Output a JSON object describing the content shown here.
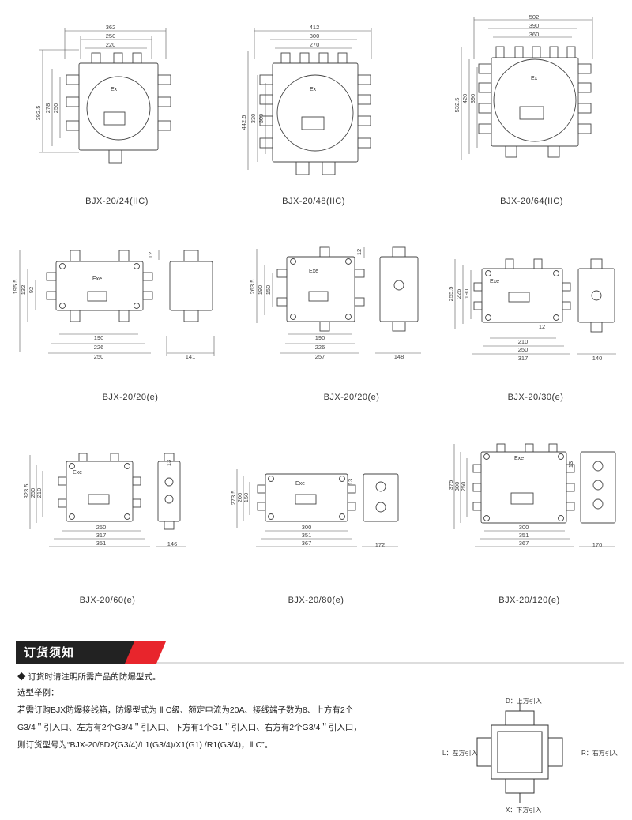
{
  "products": [
    {
      "id": "p1",
      "caption": "BJX-20/24(IIC)",
      "dims": [
        "362",
        "250",
        "220",
        "392.5",
        "278",
        "250"
      ]
    },
    {
      "id": "p2",
      "caption": "BJX-20/48(IIC)",
      "dims": [
        "412",
        "300",
        "270",
        "442.5",
        "330",
        "300"
      ]
    },
    {
      "id": "p3",
      "caption": "BJX-20/64(IIC)",
      "dims": [
        "502",
        "390",
        "360",
        "532.5",
        "420",
        "390"
      ]
    },
    {
      "id": "p4",
      "caption": "BJX-20/20(e)",
      "dims": [
        "190",
        "226",
        "250",
        "195.5",
        "132",
        "92",
        "12",
        "141"
      ]
    },
    {
      "id": "p5",
      "caption": "BJX-20/20(e)",
      "dims": [
        "190",
        "226",
        "257",
        "263.5",
        "190",
        "150",
        "12",
        "148"
      ]
    },
    {
      "id": "p6",
      "caption": "BJX-20/30(e)",
      "dims": [
        "210",
        "250",
        "317",
        "255.5",
        "226",
        "190",
        "12",
        "140"
      ]
    },
    {
      "id": "p7",
      "caption": "BJX-20/60(e)",
      "dims": [
        "250",
        "317",
        "351",
        "323.5",
        "250",
        "210",
        "13",
        "146"
      ]
    },
    {
      "id": "p8",
      "caption": "BJX-20/80(e)",
      "dims": [
        "300",
        "351",
        "367",
        "273.5",
        "200",
        "150",
        "13",
        "172"
      ]
    },
    {
      "id": "p9",
      "caption": "BJX-20/120(e)",
      "dims": [
        "300",
        "351",
        "367",
        "375",
        "300",
        "250",
        "13",
        "170"
      ]
    }
  ],
  "marks": {
    "ex": "Ex",
    "exe": "Exe"
  },
  "section": {
    "title": "订货须知",
    "accent": "#e8252c",
    "bar": "#222222"
  },
  "notes": {
    "bullet": "◆ 订货时请注明所需产品的防爆型式。",
    "example_title": "选型举例：",
    "line1": "若需订购BJX防爆接线箱，防爆型式为 Ⅱ C级、额定电流为20A、接线端子数为8、上方有2个",
    "line2": "G3/4＂引入口、左方有2个G3/4＂引入口、下方有1个G1＂引入口、右方有2个G3/4＂引入口，",
    "line3": "则订货型号为“BJX-20/8D2(G3/4)/L1(G3/4)/X1(G1) /R1(G3/4)，Ⅱ C”。"
  },
  "direction_diagram": {
    "top": "D：上方引入",
    "left": "L：左方引入",
    "right": "R：右方引入",
    "bottom": "X：下方引入"
  }
}
